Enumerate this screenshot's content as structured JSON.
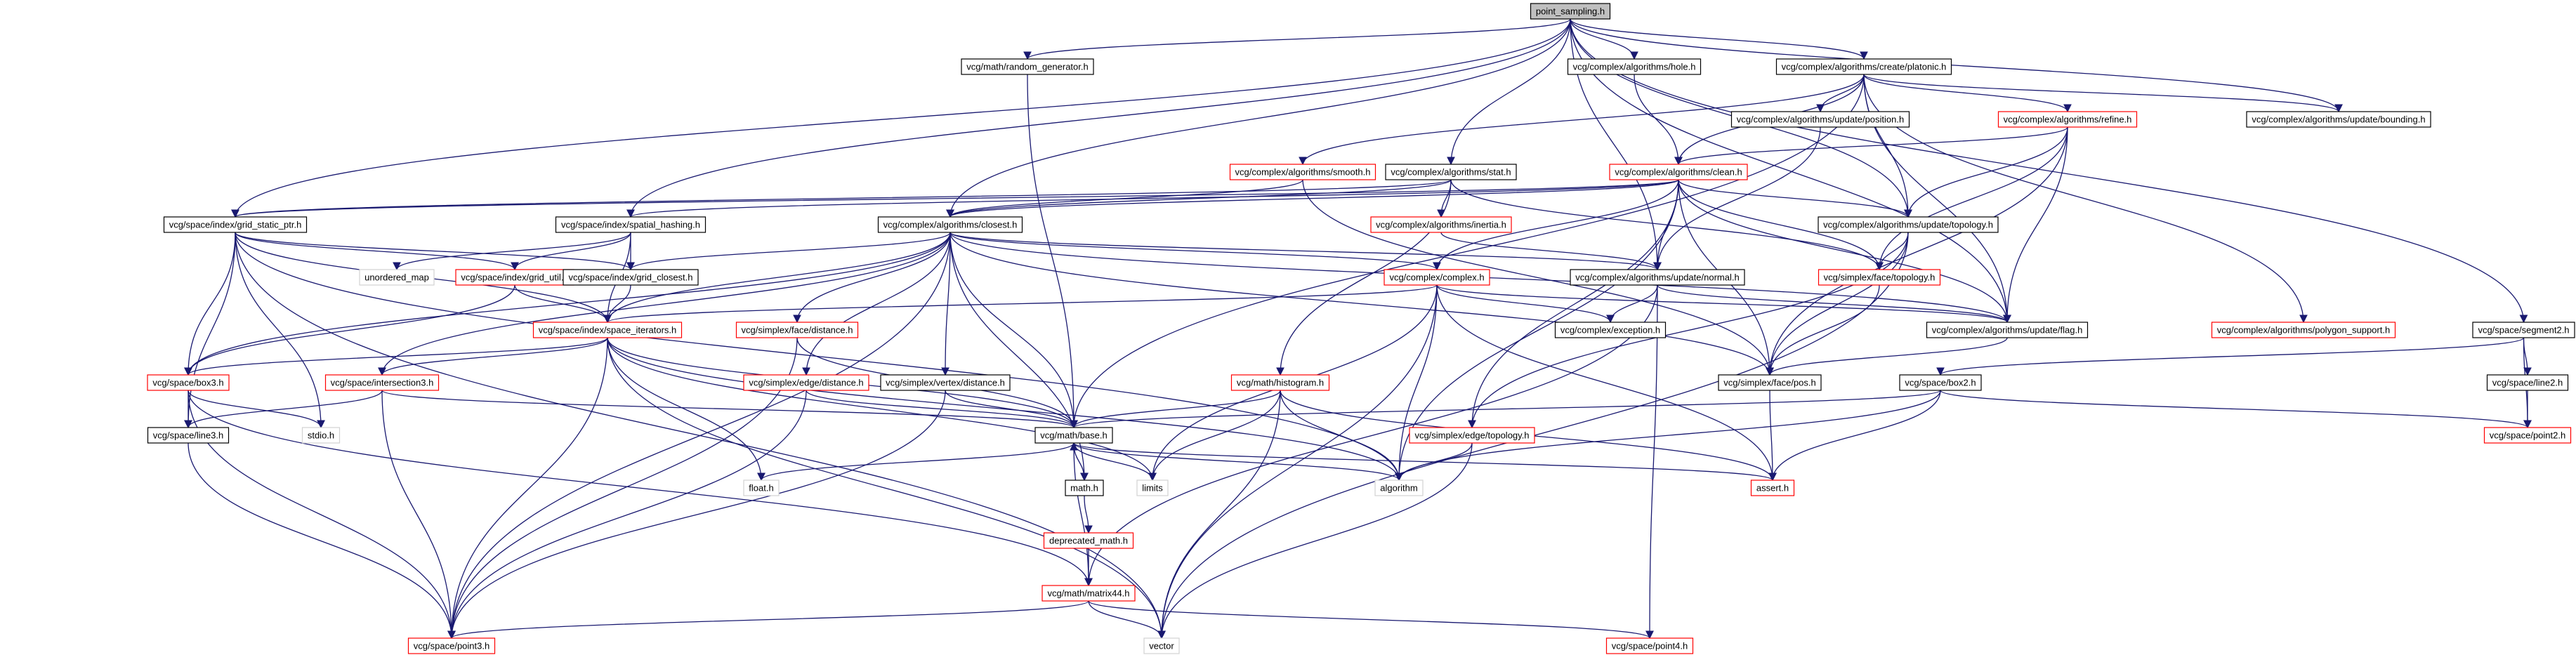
{
  "colors": {
    "edge": "#191970",
    "border_normal": "#000000",
    "border_truncated": "#ff0000",
    "fill_root": "#bfbfbf",
    "fill_normal": "#ffffff",
    "text": "#000000"
  },
  "nodes": [
    {
      "id": "point_sampling",
      "label": "point_sampling.h",
      "style": "root"
    },
    {
      "id": "random_generator",
      "label": "vcg/math/random_generator.h",
      "style": "normal"
    },
    {
      "id": "hole",
      "label": "vcg/complex/algorithms/hole.h",
      "style": "normal"
    },
    {
      "id": "platonic",
      "label": "vcg/complex/algorithms/create/platonic.h",
      "style": "normal"
    },
    {
      "id": "update_position",
      "label": "vcg/complex/algorithms/update/position.h",
      "style": "normal"
    },
    {
      "id": "refine",
      "label": "vcg/complex/algorithms/refine.h",
      "style": "truncated"
    },
    {
      "id": "update_bounding",
      "label": "vcg/complex/algorithms/update/bounding.h",
      "style": "normal"
    },
    {
      "id": "smooth",
      "label": "vcg/complex/algorithms/smooth.h",
      "style": "truncated"
    },
    {
      "id": "stat",
      "label": "vcg/complex/algorithms/stat.h",
      "style": "normal"
    },
    {
      "id": "clean",
      "label": "vcg/complex/algorithms/clean.h",
      "style": "truncated"
    },
    {
      "id": "inertia",
      "label": "vcg/complex/algorithms/inertia.h",
      "style": "truncated"
    },
    {
      "id": "update_topology",
      "label": "vcg/complex/algorithms/update/topology.h",
      "style": "normal"
    },
    {
      "id": "grid_static_ptr",
      "label": "vcg/space/index/grid_static_ptr.h",
      "style": "normal"
    },
    {
      "id": "spatial_hashing",
      "label": "vcg/space/index/spatial_hashing.h",
      "style": "normal"
    },
    {
      "id": "closest",
      "label": "vcg/complex/algorithms/closest.h",
      "style": "normal"
    },
    {
      "id": "update_normal",
      "label": "vcg/complex/algorithms/update/normal.h",
      "style": "normal"
    },
    {
      "id": "face_topology",
      "label": "vcg/simplex/face/topology.h",
      "style": "truncated"
    },
    {
      "id": "unordered_map",
      "label": "unordered_map",
      "style": "plain"
    },
    {
      "id": "grid_util",
      "label": "vcg/space/index/grid_util.h",
      "style": "truncated"
    },
    {
      "id": "grid_closest",
      "label": "vcg/space/index/grid_closest.h",
      "style": "normal"
    },
    {
      "id": "complex",
      "label": "vcg/complex/complex.h",
      "style": "truncated"
    },
    {
      "id": "space_iterators",
      "label": "vcg/space/index/space_iterators.h",
      "style": "truncated"
    },
    {
      "id": "face_distance",
      "label": "vcg/simplex/face/distance.h",
      "style": "truncated"
    },
    {
      "id": "exception",
      "label": "vcg/complex/exception.h",
      "style": "normal"
    },
    {
      "id": "update_flag",
      "label": "vcg/complex/algorithms/update/flag.h",
      "style": "normal"
    },
    {
      "id": "polygon_support",
      "label": "vcg/complex/algorithms/polygon_support.h",
      "style": "truncated"
    },
    {
      "id": "segment2",
      "label": "vcg/space/segment2.h",
      "style": "normal"
    },
    {
      "id": "box3",
      "label": "vcg/space/box3.h",
      "style": "truncated"
    },
    {
      "id": "intersection3",
      "label": "vcg/space/intersection3.h",
      "style": "truncated"
    },
    {
      "id": "edge_distance",
      "label": "vcg/simplex/edge/distance.h",
      "style": "truncated"
    },
    {
      "id": "vertex_distance",
      "label": "vcg/simplex/vertex/distance.h",
      "style": "normal"
    },
    {
      "id": "histogram",
      "label": "vcg/math/histogram.h",
      "style": "truncated"
    },
    {
      "id": "face_pos",
      "label": "vcg/simplex/face/pos.h",
      "style": "normal"
    },
    {
      "id": "box2",
      "label": "vcg/space/box2.h",
      "style": "normal"
    },
    {
      "id": "line2",
      "label": "vcg/space/line2.h",
      "style": "normal"
    },
    {
      "id": "line3",
      "label": "vcg/space/line3.h",
      "style": "normal"
    },
    {
      "id": "stdio",
      "label": "stdio.h",
      "style": "plain"
    },
    {
      "id": "math_base",
      "label": "vcg/math/base.h",
      "style": "normal"
    },
    {
      "id": "edge_topology",
      "label": "vcg/simplex/edge/topology.h",
      "style": "truncated"
    },
    {
      "id": "point2",
      "label": "vcg/space/point2.h",
      "style": "truncated"
    },
    {
      "id": "float",
      "label": "float.h",
      "style": "plain"
    },
    {
      "id": "math_h",
      "label": "math.h",
      "style": "normal"
    },
    {
      "id": "limits",
      "label": "limits",
      "style": "plain"
    },
    {
      "id": "algorithm",
      "label": "algorithm",
      "style": "plain"
    },
    {
      "id": "assert",
      "label": "assert.h",
      "style": "truncated"
    },
    {
      "id": "deprecated_math",
      "label": "deprecated_math.h",
      "style": "truncated"
    },
    {
      "id": "matrix44",
      "label": "vcg/math/matrix44.h",
      "style": "truncated"
    },
    {
      "id": "point3",
      "label": "vcg/space/point3.h",
      "style": "truncated"
    },
    {
      "id": "vector",
      "label": "vector",
      "style": "plain"
    },
    {
      "id": "point4",
      "label": "vcg/space/point4.h",
      "style": "truncated"
    }
  ],
  "edges": [
    [
      "point_sampling",
      "random_generator"
    ],
    [
      "point_sampling",
      "hole"
    ],
    [
      "point_sampling",
      "platonic"
    ],
    [
      "point_sampling",
      "update_bounding"
    ],
    [
      "point_sampling",
      "stat"
    ],
    [
      "point_sampling",
      "grid_static_ptr"
    ],
    [
      "point_sampling",
      "spatial_hashing"
    ],
    [
      "point_sampling",
      "closest"
    ],
    [
      "point_sampling",
      "update_topology"
    ],
    [
      "point_sampling",
      "update_normal"
    ],
    [
      "point_sampling",
      "update_flag"
    ],
    [
      "point_sampling",
      "segment2"
    ],
    [
      "random_generator",
      "math_base"
    ],
    [
      "hole",
      "clean"
    ],
    [
      "platonic",
      "update_position"
    ],
    [
      "platonic",
      "refine"
    ],
    [
      "platonic",
      "update_bounding"
    ],
    [
      "platonic",
      "smooth"
    ],
    [
      "platonic",
      "clean"
    ],
    [
      "platonic",
      "update_topology"
    ],
    [
      "platonic",
      "update_flag"
    ],
    [
      "platonic",
      "polygon_support"
    ],
    [
      "platonic",
      "math_base"
    ],
    [
      "update_position",
      "update_normal"
    ],
    [
      "refine",
      "clean"
    ],
    [
      "refine",
      "update_topology"
    ],
    [
      "refine",
      "update_flag"
    ],
    [
      "refine",
      "face_topology"
    ],
    [
      "refine",
      "face_pos"
    ],
    [
      "smooth",
      "closest"
    ],
    [
      "smooth",
      "face_pos"
    ],
    [
      "stat",
      "inertia"
    ],
    [
      "stat",
      "closest"
    ],
    [
      "stat",
      "histogram"
    ],
    [
      "stat",
      "face_topology"
    ],
    [
      "stat",
      "grid_static_ptr"
    ],
    [
      "clean",
      "update_topology"
    ],
    [
      "clean",
      "update_normal"
    ],
    [
      "clean",
      "face_topology"
    ],
    [
      "clean",
      "update_flag"
    ],
    [
      "clean",
      "closest"
    ],
    [
      "clean",
      "grid_static_ptr"
    ],
    [
      "clean",
      "spatial_hashing"
    ],
    [
      "clean",
      "algorithm"
    ],
    [
      "clean",
      "face_pos"
    ],
    [
      "clean",
      "edge_topology"
    ],
    [
      "clean",
      "complex"
    ],
    [
      "inertia",
      "update_normal"
    ],
    [
      "update_topology",
      "face_topology"
    ],
    [
      "update_topology",
      "face_pos"
    ],
    [
      "update_topology",
      "edge_topology"
    ],
    [
      "update_topology",
      "vector"
    ],
    [
      "grid_static_ptr",
      "grid_util"
    ],
    [
      "grid_static_ptr",
      "grid_closest"
    ],
    [
      "grid_static_ptr",
      "box3"
    ],
    [
      "grid_static_ptr",
      "line3"
    ],
    [
      "grid_static_ptr",
      "space_iterators"
    ],
    [
      "grid_static_ptr",
      "vector"
    ],
    [
      "grid_static_ptr",
      "algorithm"
    ],
    [
      "grid_static_ptr",
      "stdio"
    ],
    [
      "spatial_hashing",
      "unordered_map"
    ],
    [
      "spatial_hashing",
      "grid_util"
    ],
    [
      "spatial_hashing",
      "grid_closest"
    ],
    [
      "spatial_hashing",
      "space_iterators"
    ],
    [
      "closest",
      "grid_closest"
    ],
    [
      "closest",
      "update_normal"
    ],
    [
      "closest",
      "complex"
    ],
    [
      "closest",
      "face_distance"
    ],
    [
      "closest",
      "edge_distance"
    ],
    [
      "closest",
      "vertex_distance"
    ],
    [
      "closest",
      "math_base"
    ],
    [
      "closest",
      "math_h"
    ],
    [
      "closest",
      "intersection3"
    ],
    [
      "closest",
      "box3"
    ],
    [
      "closest",
      "point3"
    ],
    [
      "closest",
      "space_iterators"
    ],
    [
      "closest",
      "update_flag"
    ],
    [
      "closest",
      "face_pos"
    ],
    [
      "update_normal",
      "exception"
    ],
    [
      "update_normal",
      "update_flag"
    ],
    [
      "update_normal",
      "matrix44"
    ],
    [
      "update_normal",
      "point4"
    ],
    [
      "face_topology",
      "face_pos"
    ],
    [
      "grid_util",
      "space_iterators"
    ],
    [
      "grid_util",
      "box3"
    ],
    [
      "grid_closest",
      "space_iterators"
    ],
    [
      "complex",
      "exception"
    ],
    [
      "complex",
      "update_flag"
    ],
    [
      "complex",
      "vector"
    ],
    [
      "complex",
      "limits"
    ],
    [
      "complex",
      "algorithm"
    ],
    [
      "complex",
      "assert"
    ],
    [
      "complex",
      "space_iterators"
    ],
    [
      "space_iterators",
      "box3"
    ],
    [
      "space_iterators",
      "intersection3"
    ],
    [
      "space_iterators",
      "point3"
    ],
    [
      "space_iterators",
      "math_base"
    ],
    [
      "space_iterators",
      "vector"
    ],
    [
      "space_iterators",
      "float"
    ],
    [
      "space_iterators",
      "limits"
    ],
    [
      "space_iterators",
      "algorithm"
    ],
    [
      "face_distance",
      "point3"
    ],
    [
      "face_distance",
      "math_base"
    ],
    [
      "update_flag",
      "face_pos"
    ],
    [
      "segment2",
      "line2"
    ],
    [
      "segment2",
      "box2"
    ],
    [
      "segment2",
      "point2"
    ],
    [
      "box3",
      "line3"
    ],
    [
      "box3",
      "matrix44"
    ],
    [
      "box3",
      "point3"
    ],
    [
      "box3",
      "stdio"
    ],
    [
      "intersection3",
      "line3"
    ],
    [
      "intersection3",
      "math_base"
    ],
    [
      "intersection3",
      "point3"
    ],
    [
      "edge_distance",
      "point3"
    ],
    [
      "edge_distance",
      "math_base"
    ],
    [
      "vertex_distance",
      "point3"
    ],
    [
      "vertex_distance",
      "math_base"
    ],
    [
      "histogram",
      "math_base"
    ],
    [
      "histogram",
      "limits"
    ],
    [
      "histogram",
      "vector"
    ],
    [
      "histogram",
      "algorithm"
    ],
    [
      "histogram",
      "assert"
    ],
    [
      "face_pos",
      "assert"
    ],
    [
      "box2",
      "math_base"
    ],
    [
      "box2",
      "point2"
    ],
    [
      "box2",
      "algorithm"
    ],
    [
      "box2",
      "assert"
    ],
    [
      "line2",
      "point2"
    ],
    [
      "line3",
      "point3"
    ],
    [
      "math_base",
      "float"
    ],
    [
      "math_base",
      "math_h"
    ],
    [
      "math_base",
      "limits"
    ],
    [
      "math_base",
      "algorithm"
    ],
    [
      "math_base",
      "assert"
    ],
    [
      "edge_topology",
      "algorithm"
    ],
    [
      "edge_topology",
      "vector"
    ],
    [
      "math_h",
      "deprecated_math"
    ],
    [
      "deprecated_math",
      "matrix44"
    ],
    [
      "matrix44",
      "math_base"
    ],
    [
      "matrix44",
      "point3"
    ],
    [
      "matrix44",
      "point4"
    ],
    [
      "matrix44",
      "vector"
    ]
  ]
}
